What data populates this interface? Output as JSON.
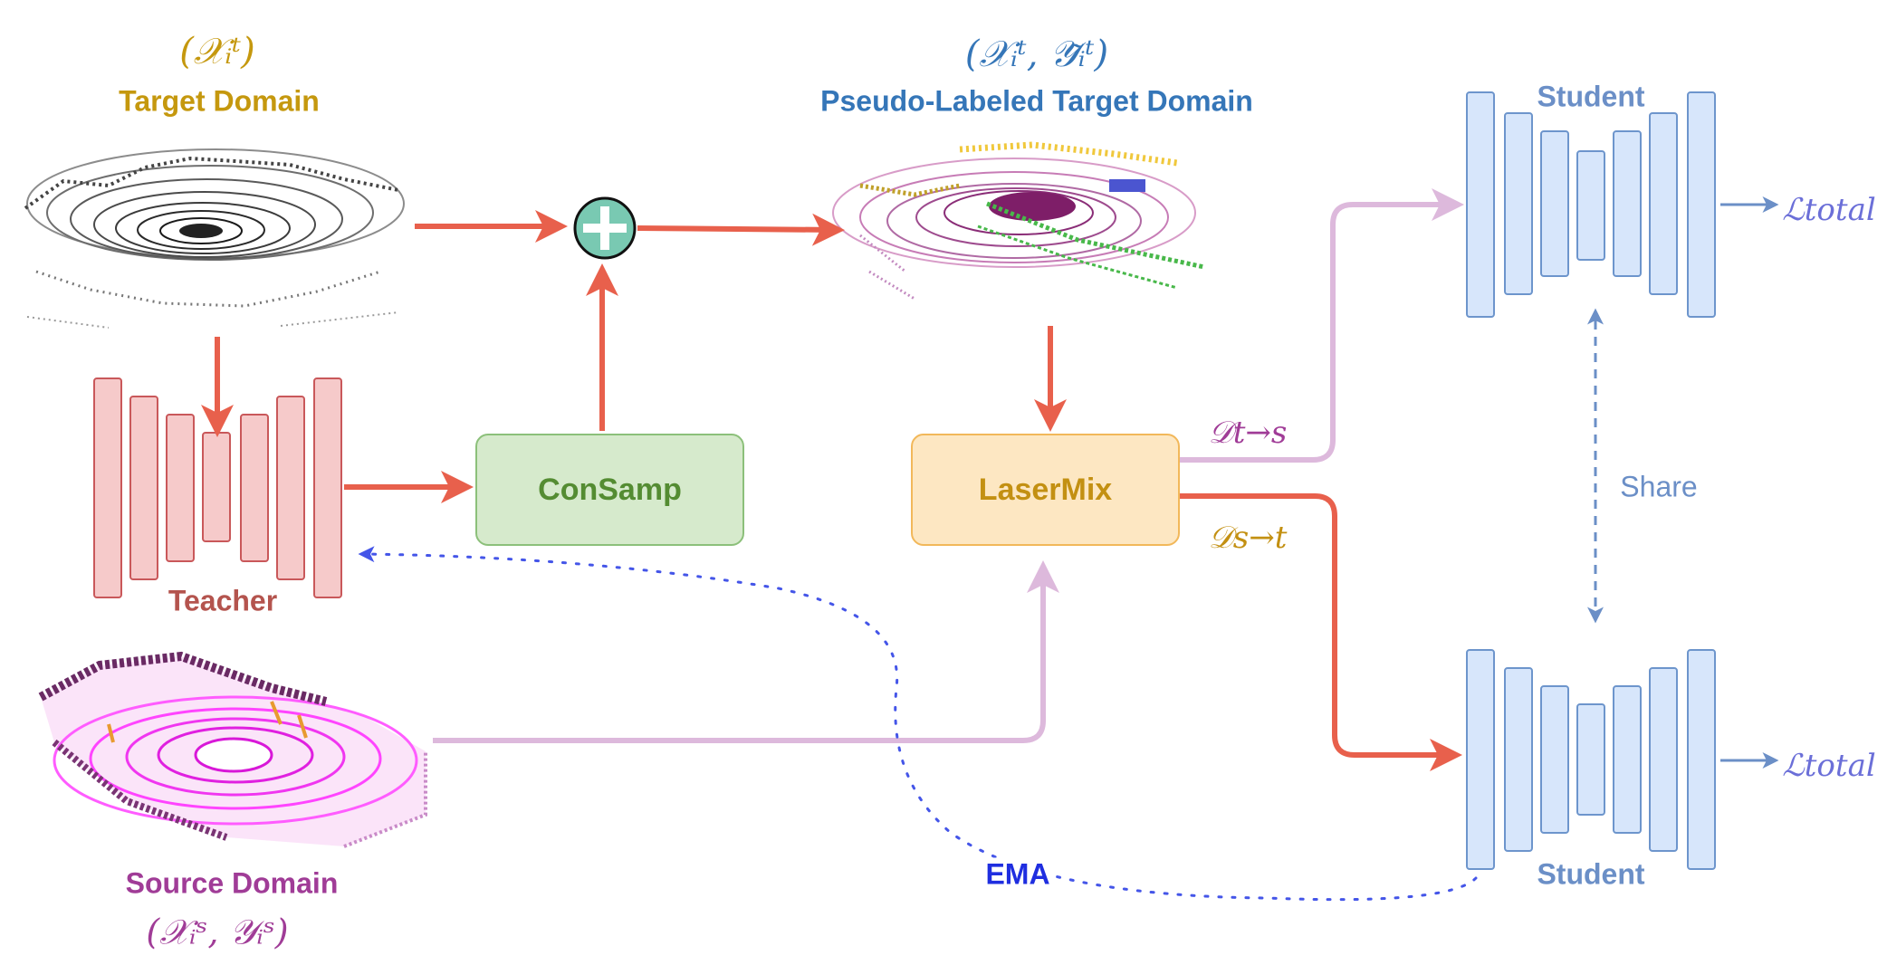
{
  "colors": {
    "target": "#c5980e",
    "pseudo": "#3576b8",
    "student": "#6b8fc7",
    "teacher": "#b4544e",
    "source": "#a03c97",
    "red_arrow": "#e8604c",
    "pink_arrow": "#ddb9dc",
    "ema": "#1f2ee0",
    "consamp_fill": "#d6eacc",
    "consamp_text": "#548c32",
    "lasermix_fill": "#fde7c2",
    "lasermix_text": "#c39012",
    "block_red_fill": "#f6caca",
    "block_red_stroke": "#c9585a",
    "block_blue_fill": "#d7e6fb",
    "block_blue_stroke": "#6d95cc",
    "plus_fill": "#79c9b2"
  },
  "labels": {
    "target_math": "(𝒳ᵢᵗ)",
    "target_title": "Target Domain",
    "pseudo_math": "(𝒳ᵢᵗ, 𝒴̃ᵢᵗ)",
    "pseudo_title": "Pseudo-Labeled Target Domain",
    "student_top": "Student",
    "student_bottom": "Student",
    "teacher": "Teacher",
    "source_title": "Source Domain",
    "source_math": "(𝒳ᵢˢ, 𝒴ᵢˢ)",
    "consamp": "ConSamp",
    "lasermix": "LaserMix",
    "d_t_to_s": "𝒟t→s",
    "d_s_to_t": "𝒟s→t",
    "loss_top": "ℒtotal",
    "loss_bottom": "ℒtotal",
    "share": "Share",
    "ema": "EMA"
  },
  "icons": {
    "plus": "plus-circle-icon"
  }
}
